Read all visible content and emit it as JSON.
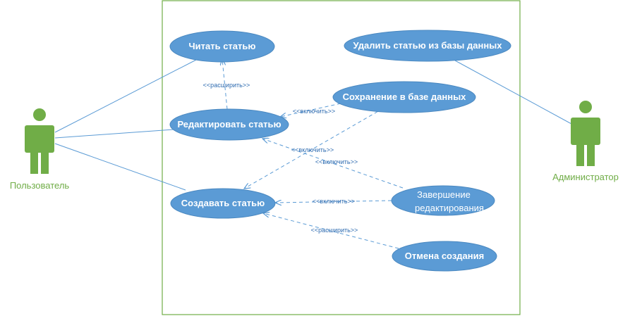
{
  "colors": {
    "usecase_fill": "#5b9bd5",
    "usecase_stroke": "#4a88c0",
    "usecase_text": "#ffffff",
    "line": "#5b9bd5",
    "label": "#2e6bb0",
    "actor": "#70ad47",
    "boundary": "#70ad47"
  },
  "actors": {
    "user": {
      "name": "Пользователь",
      "icon": "stick-figure"
    },
    "admin": {
      "name": "Администратор",
      "icon": "stick-figure"
    }
  },
  "usecases": {
    "read": {
      "label": "Читать статью"
    },
    "delete": {
      "label": "Удалить статью из базы данных"
    },
    "save": {
      "label": "Сохранение в базе данных"
    },
    "edit": {
      "label": "Редактировать статью"
    },
    "create": {
      "label": "Создавать статью"
    },
    "finish": {
      "label_line1": "Завершение",
      "label_line2": "редактирования"
    },
    "cancel": {
      "label": "Отмена создания"
    }
  },
  "relations": {
    "extend_edit_read": "<<расширить>>",
    "include_edit_save": "<<включить>>",
    "include_create_save": "<<включить>>",
    "include_edit_finish": "<<включить>>",
    "include_create_finish": "<<включить>>",
    "extend_cancel_create": "<<расширить>>"
  }
}
